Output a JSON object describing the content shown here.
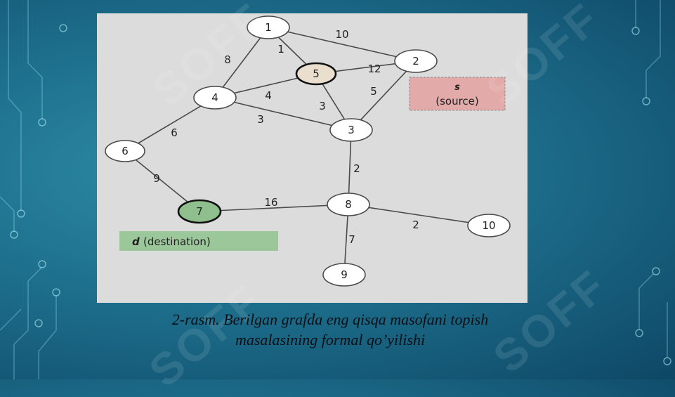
{
  "nodes": [
    {
      "id": "1",
      "label": "1"
    },
    {
      "id": "2",
      "label": "2"
    },
    {
      "id": "3",
      "label": "3"
    },
    {
      "id": "4",
      "label": "4"
    },
    {
      "id": "5",
      "label": "5"
    },
    {
      "id": "6",
      "label": "6"
    },
    {
      "id": "7",
      "label": "7"
    },
    {
      "id": "8",
      "label": "8"
    },
    {
      "id": "9",
      "label": "9"
    },
    {
      "id": "10",
      "label": "10"
    }
  ],
  "edges": [
    {
      "from": "1",
      "to": "2",
      "weight": "10"
    },
    {
      "from": "1",
      "to": "4",
      "weight": "8"
    },
    {
      "from": "1",
      "to": "5",
      "weight": "1"
    },
    {
      "from": "5",
      "to": "2",
      "weight": "12"
    },
    {
      "from": "5",
      "to": "4",
      "weight": "4"
    },
    {
      "from": "5",
      "to": "3",
      "weight": "3"
    },
    {
      "from": "2",
      "to": "3",
      "weight": "5"
    },
    {
      "from": "4",
      "to": "3",
      "weight": "3"
    },
    {
      "from": "4",
      "to": "6",
      "weight": "6"
    },
    {
      "from": "6",
      "to": "7",
      "weight": "9"
    },
    {
      "from": "7",
      "to": "8",
      "weight": "16"
    },
    {
      "from": "3",
      "to": "8",
      "weight": "2"
    },
    {
      "from": "8",
      "to": "10",
      "weight": "2"
    },
    {
      "from": "8",
      "to": "9",
      "weight": "7"
    }
  ],
  "source_node": "5",
  "destination_node": "7",
  "source_label": {
    "symbol": "s",
    "text": "(source)"
  },
  "destination_label": {
    "symbol": "d",
    "text": "(destination)"
  },
  "colors": {
    "source_box": "#e3aaaa",
    "destination_box": "#9cc79a",
    "node_fill": "#ffffff",
    "node_highlight_7": "#8fbf8c",
    "node_highlight_5": "#eadfcf"
  },
  "watermark": "SOFF",
  "caption": {
    "line1": "2-rasm. Berilgan grafda eng qisqa masofani topish",
    "line2": "masalasining formal qo’yilishi"
  }
}
